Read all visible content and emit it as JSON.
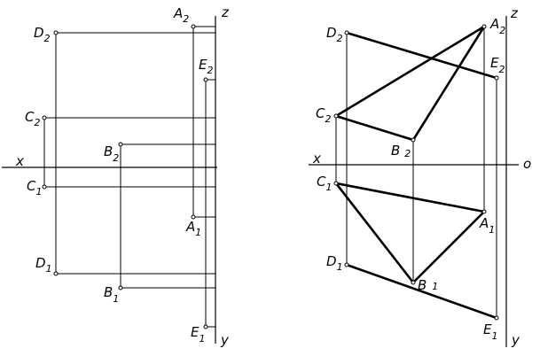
{
  "labels": {
    "left": {
      "A2": {
        "main": "A",
        "sub": "2"
      },
      "D2": {
        "main": "D",
        "sub": "2"
      },
      "E2": {
        "main": "E",
        "sub": "2"
      },
      "C2": {
        "main": "C",
        "sub": "2"
      },
      "B2": {
        "main": "B",
        "sub": "2"
      },
      "C1": {
        "main": "C",
        "sub": "1"
      },
      "A1": {
        "main": "A",
        "sub": "1"
      },
      "D1": {
        "main": "D",
        "sub": "1"
      },
      "B1": {
        "main": "B",
        "sub": "1"
      },
      "E1": {
        "main": "E",
        "sub": "1"
      },
      "x": "x",
      "z": "z",
      "y": "y"
    },
    "right": {
      "A2": {
        "main": "A",
        "sub": "2"
      },
      "D2": {
        "main": "D",
        "sub": "2"
      },
      "E2": {
        "main": "E",
        "sub": "2"
      },
      "C2": {
        "main": "C",
        "sub": "2"
      },
      "B2": {
        "main": "B",
        "sub": "2"
      },
      "C1": {
        "main": "C",
        "sub": "1"
      },
      "A1": {
        "main": "A",
        "sub": "1"
      },
      "D1": {
        "main": "D",
        "sub": "1"
      },
      "B1": {
        "main": "B",
        "sub": "1"
      },
      "E1": {
        "main": "E",
        "sub": "1"
      },
      "x": "x",
      "o": "o",
      "z": "z",
      "y": "y"
    }
  }
}
